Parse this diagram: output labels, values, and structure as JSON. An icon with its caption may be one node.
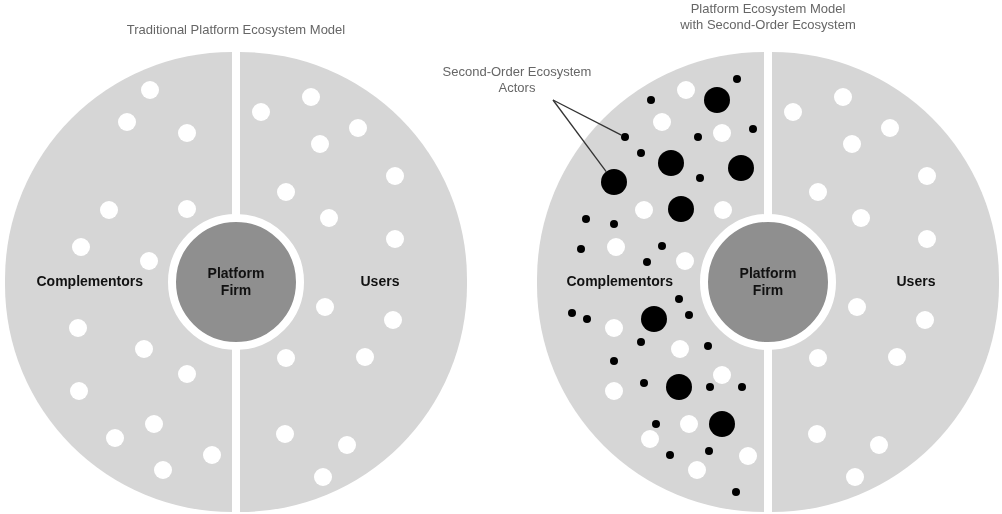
{
  "diagram": {
    "nodes": [
      {
        "text": [
          "Complementors"
        ]
      },
      {
        "text": [
          "Users"
        ]
      },
      {
        "text": [
          "Platform Firm"
        ]
      },
      {
        "text": [
          "Complementors"
        ]
      },
      {
        "text": [
          "Users"
        ]
      },
      {
        "text": [
          "Platform Firm"
        ]
      },
      {
        "text": [
          "Second-Order Ecosystem Actors"
        ]
      },
      {
        "text": [],
        "shape": "circle",
        "in": 3
      },
      {
        "text": [],
        "shape": "circle",
        "in": 3
      }
    ],
    "edges": [
      {
        "from": 6,
        "to": 7,
        "arrow": "none"
      },
      {
        "from": 6,
        "to": 8,
        "arrow": "none"
      }
    ],
    "labels": [
      "Traditional Platform Ecosystem Model",
      "Platform Ecosystem Model with Second-Order Ecosystem"
    ]
  }
}
